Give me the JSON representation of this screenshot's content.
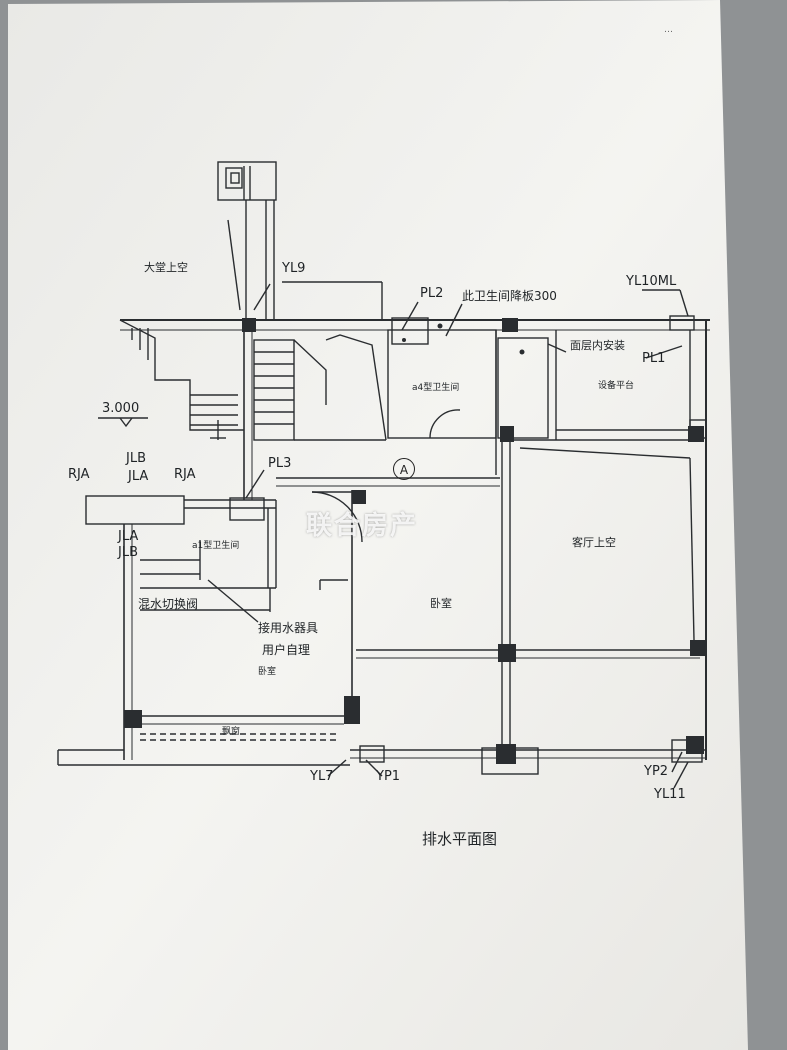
{
  "codes": {
    "yl9": "YL9",
    "pl2": "PL2",
    "yl10ml": "YL10ML",
    "pl1": "PL1",
    "pl3": "PL3",
    "rja_left": "RJA",
    "rja_right": "RJA",
    "jlb_top": "JLB",
    "jla_top": "JLA",
    "jla_bottom": "JLA",
    "jlb_bottom": "JLB",
    "yl7": "YL7",
    "yp1": "YP1",
    "yp2": "YP2",
    "yl11": "YL11"
  },
  "rooms": {
    "atrium": "大堂上空",
    "bathroom_a4": "a4型卫生间",
    "equipment_platform": "设备平台",
    "bathroom_a1": "a1型卫生间",
    "living_room_void": "客厅上空",
    "bedroom_center": "卧室",
    "bedroom_left": "卧室",
    "bay_window": "飘窗"
  },
  "notes": {
    "slab_drop": "此卫生间降板300",
    "surface_install": "面层内安装",
    "mixed_valve": "混水切换阀",
    "fixtures": "接用水器具",
    "user_managed": "用户自理"
  },
  "elevation": "3.000",
  "axis_marker": "A",
  "drawing_title": "排水平面图",
  "watermark": "联合房产",
  "corner_mark": "…",
  "colors": {
    "paper": "#f3f2ee",
    "line": "#2a2d30",
    "background": "#8f9294"
  }
}
